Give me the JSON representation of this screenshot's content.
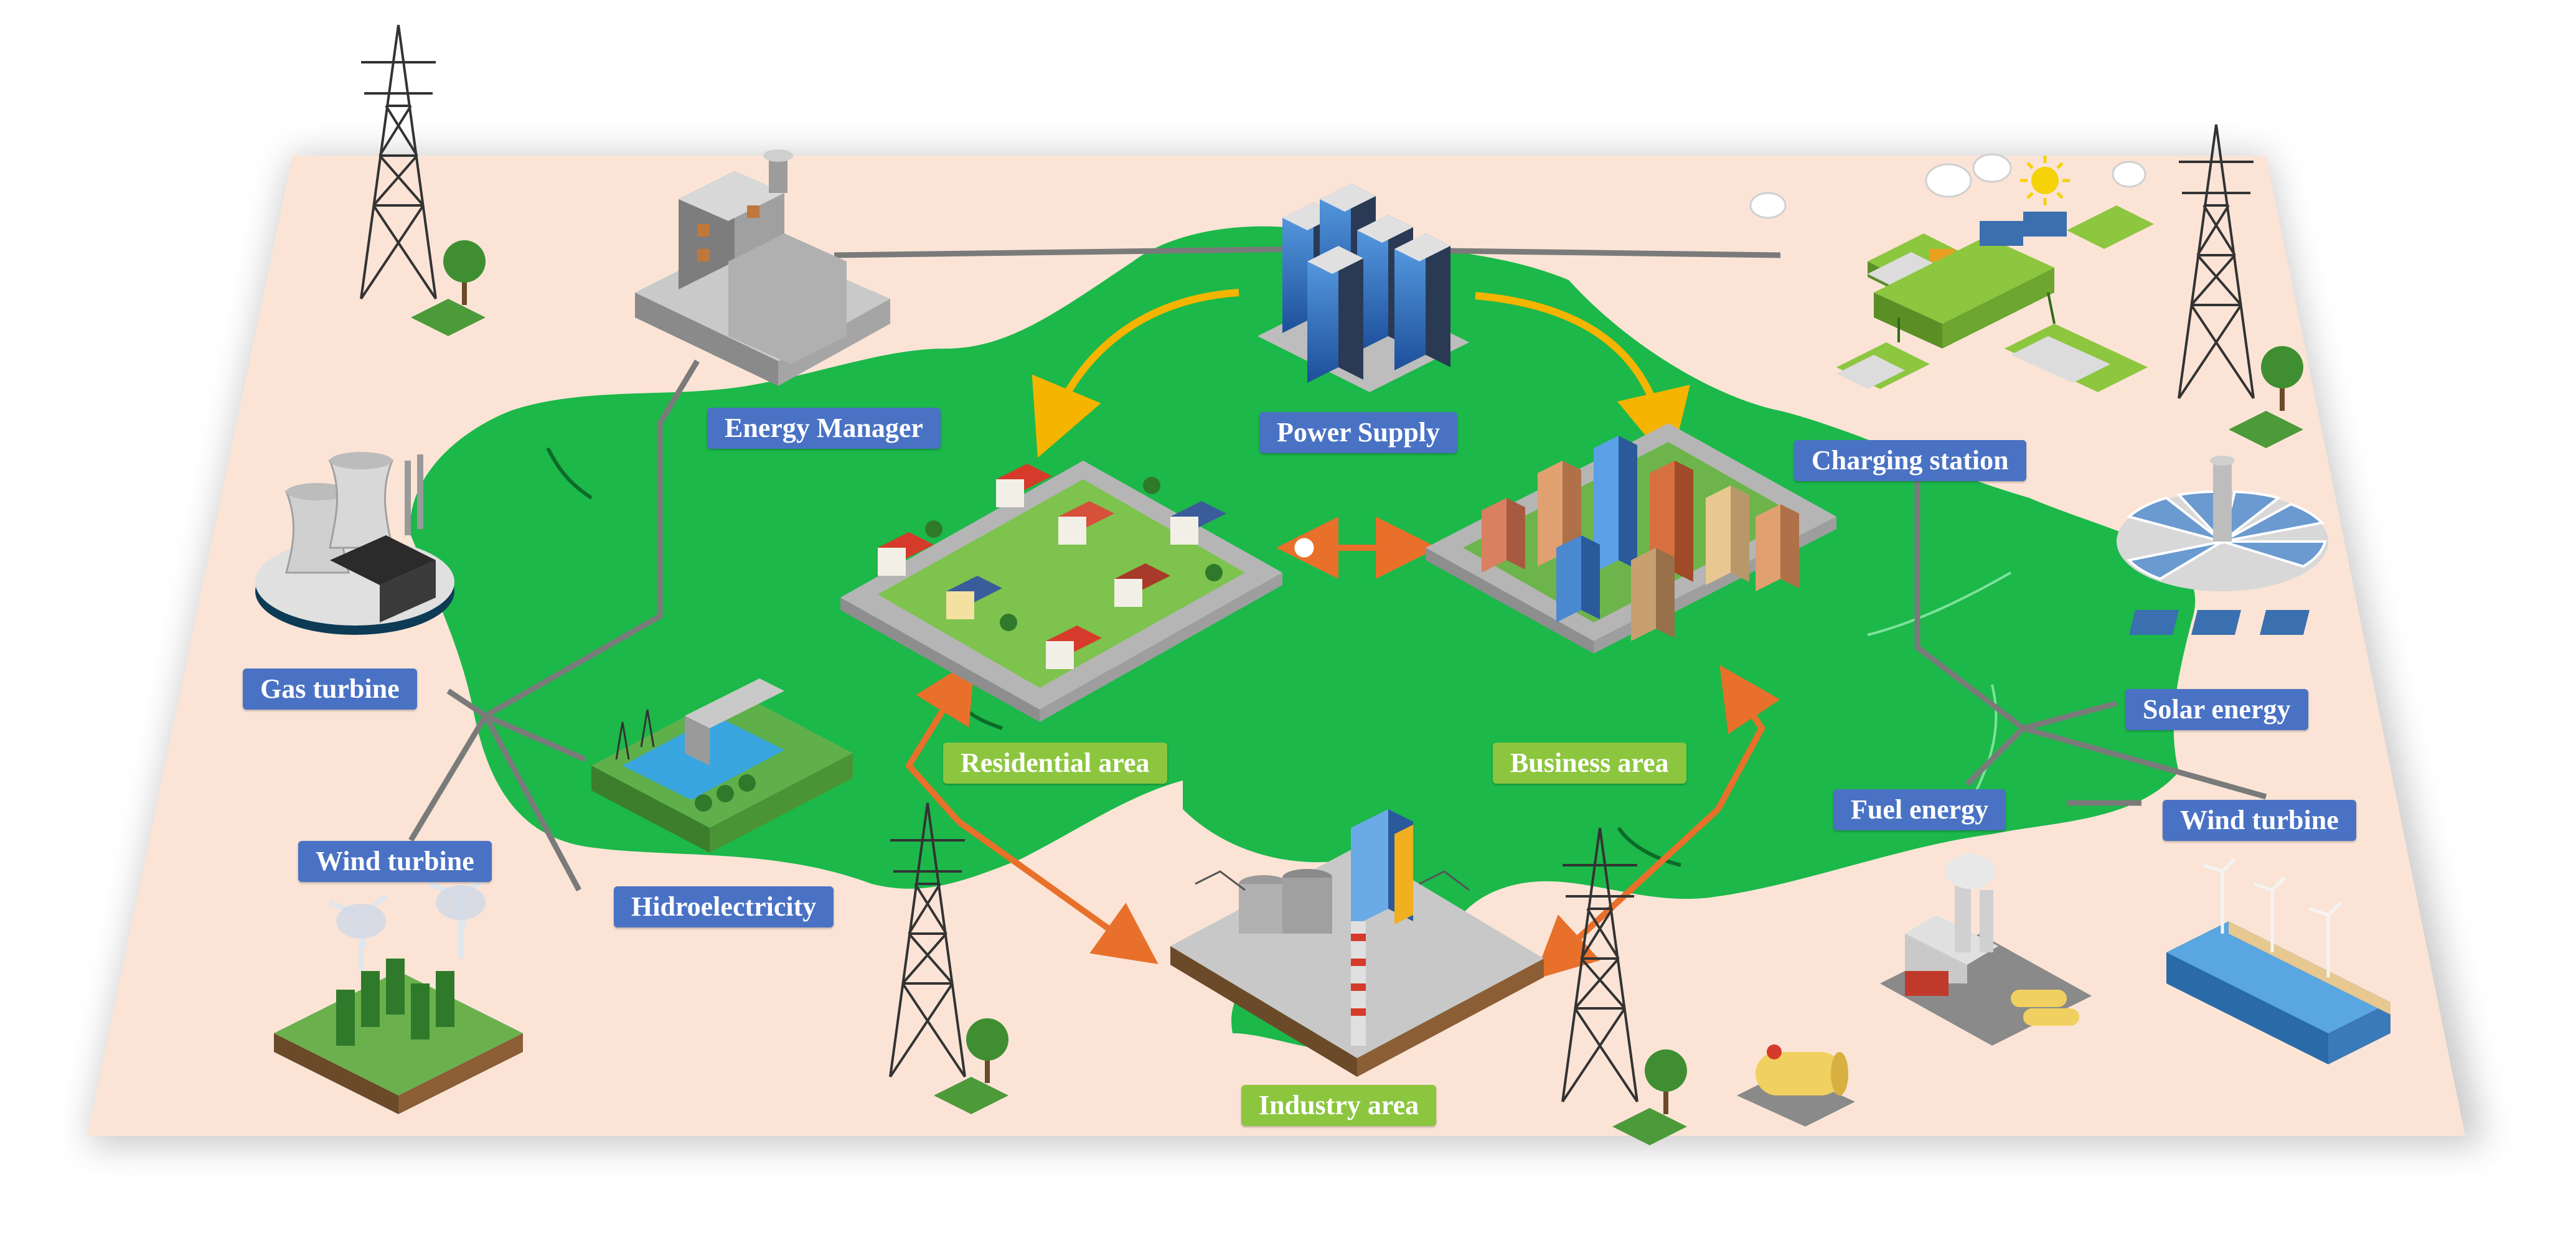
{
  "labels": {
    "energy_manager": "Energy Manager",
    "power_supply": "Power Supply",
    "charging_station": "Charging station",
    "gas_turbine": "Gas turbine",
    "wind_turbine_left": "Wind turbine",
    "hydroelectricity": "Hidroelectricity",
    "residential_area": "Residential area",
    "business_area": "Business area",
    "industry_area": "Industry area",
    "solar_energy": "Solar energy",
    "fuel_energy": "Fuel energy",
    "wind_turbine_right": "Wind turbine"
  },
  "colors": {
    "ground": "#fbe4d6",
    "land": "#1cb84a",
    "blue_label": "#4a72c4",
    "green_label": "#8cc63f",
    "line": "#7a7a7a",
    "supply_arrow": "#f5b400",
    "area_arrow": "#e8702a"
  },
  "icons": [
    "energy-manager-building-icon",
    "data-center-icon",
    "charging-station-icon",
    "cooling-tower-plant-icon",
    "hydro-dam-icon",
    "wind-farm-icon",
    "residential-houses-icon",
    "city-buildings-icon",
    "factory-icon",
    "solar-tower-icon",
    "fuel-refinery-icon",
    "offshore-wind-icon",
    "transmission-tower-icon",
    "gas-tank-icon",
    "tree-icon",
    "sun-icon",
    "cloud-icon"
  ]
}
